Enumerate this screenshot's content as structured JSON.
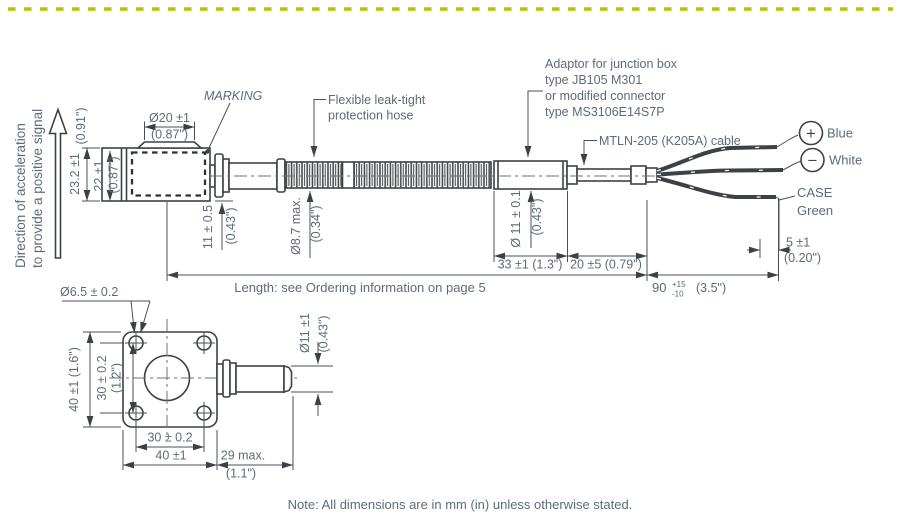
{
  "accent": {
    "color": "#b4c000"
  },
  "side_view": {
    "direction_line1": "Direction of acceleration",
    "direction_line2": "to provide a positive signal",
    "marking": "MARKING",
    "hose_label1": "Flexible leak-tight",
    "hose_label2": "protection hose",
    "adaptor_label1": "Adaptor for junction box",
    "adaptor_label2": "type JB105 M301",
    "adaptor_label3": "or modified connector",
    "adaptor_label4": "type MS3106E14S7P",
    "cable_label": "MTLN-205 (K205A) cable",
    "terminals": {
      "plus": "+",
      "plus_wire": "Blue",
      "minus": "−",
      "minus_wire": "White",
      "case1": "CASE",
      "case2": "Green"
    },
    "dims": {
      "boss_d": "Ø20 ±1",
      "boss_d_in": "(0.87\")",
      "h_outer": "23.2 ±1",
      "h_outer_in": "(0.91\")",
      "h_inner": "22 ±1",
      "h_inner_in": "(0.87\")",
      "stem": "11 ± 0.5",
      "stem_in": "(0.43\")",
      "hose_d": "Ø8.7 max.",
      "hose_d_in": "(0.34\")",
      "adaptor_d": "Ø 11 ± 0.1",
      "adaptor_d_in": "(0.43\")",
      "adaptor_len": "33 ±1 (1.3\")",
      "gap_len": "20 ±5 (0.79\")",
      "cable_len": "90",
      "cable_len_plus": "+15",
      "cable_len_minus": "-10",
      "cable_len_in": "(3.5\")",
      "tail_len": "5 ±1",
      "tail_len_in": "(0.20\")",
      "length_note": "Length: see Ordering information on page 5"
    }
  },
  "front_view": {
    "dims": {
      "hole_d": "Ø6.5 ± 0.2",
      "flange_h": "40 ±1 (1.6\")",
      "hole_pitch_v": "30 ± 0.2",
      "hole_pitch_v_in": "(1.2\")",
      "hole_pitch_h": "30 ± 0.2",
      "flange_w": "40 ±1",
      "stem_len": "29 max.",
      "stem_len_in": "(1.1\")",
      "stem_d": "Ø11 ±1",
      "stem_d_in": "(0.43\")"
    }
  },
  "note": "Note: All dimensions are in mm (in) unless otherwise stated."
}
